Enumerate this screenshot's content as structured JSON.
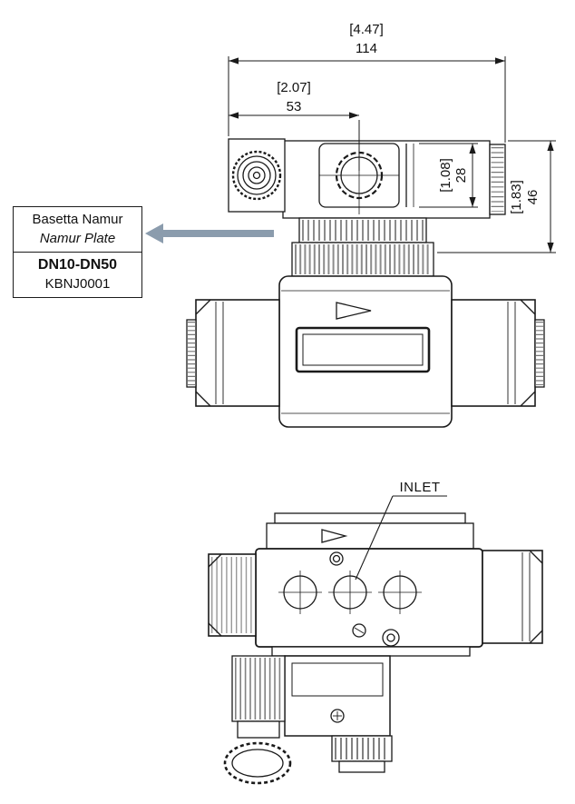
{
  "colors": {
    "line": "#1a1a1a",
    "callout_arrow": "#8b9cad"
  },
  "dims": {
    "d114": {
      "inch": "[4.47]",
      "mm": "114"
    },
    "d53": {
      "inch": "[2.07]",
      "mm": "53"
    },
    "d28": {
      "inch": "[1.08]",
      "mm": "28"
    },
    "d46": {
      "inch": "[1.83]",
      "mm": "46"
    }
  },
  "callout": {
    "line1": "Basetta Namur",
    "line2": "Namur Plate",
    "line3": "DN10-DN50",
    "line4": "KBNJ0001"
  },
  "labels": {
    "inlet": "INLET"
  }
}
